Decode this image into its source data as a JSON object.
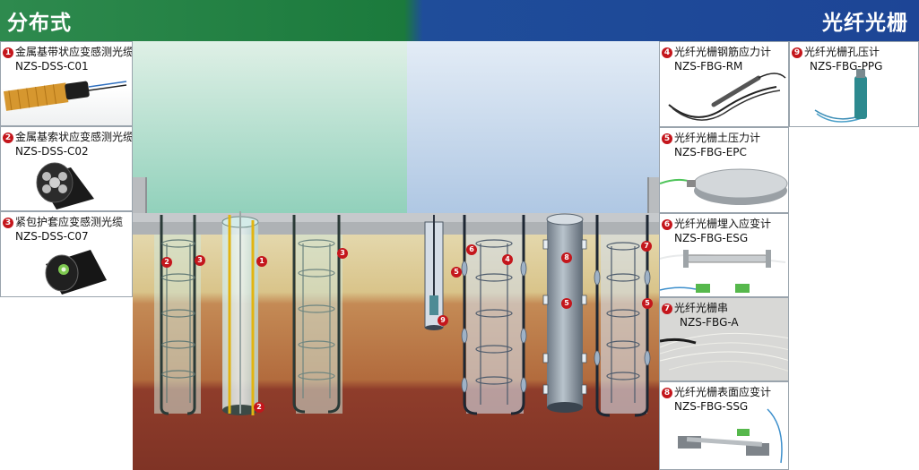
{
  "banner": {
    "left": "分布式",
    "right": "光纤光栅"
  },
  "left_cards": [
    {
      "num": "1",
      "title": "金属基带状应变感测光缆",
      "model": "NZS-DSS-C01"
    },
    {
      "num": "2",
      "title": "金属基索状应变感测光缆",
      "model": "NZS-DSS-C02"
    },
    {
      "num": "3",
      "title": "紧包护套应变感测光缆",
      "model": "NZS-DSS-C07"
    }
  ],
  "right_cards": [
    {
      "num": "4",
      "title": "光纤光栅钢筋应力计",
      "model": "NZS-FBG-RM"
    },
    {
      "num": "9",
      "title": "光纤光栅孔压计",
      "model": "NZS-FBG-PPG"
    },
    {
      "num": "5",
      "title": "光纤光栅土压力计",
      "model": "NZS-FBG-EPC"
    },
    {
      "num": "6",
      "title": "光纤光栅埋入应变计",
      "model": "NZS-FBG-ESG"
    },
    {
      "num": "7",
      "title": "光纤光栅串",
      "model": "NZS-FBG-A"
    },
    {
      "num": "8",
      "title": "光纤光栅表面应变计",
      "model": "NZS-FBG-SSG"
    }
  ],
  "scene_labels": [
    "2",
    "3",
    "1",
    "3",
    "2",
    "6",
    "5",
    "9",
    "4",
    "8",
    "5",
    "7",
    "5"
  ],
  "colors": {
    "left_banner": "#1f7a45",
    "right_banner": "#1b3f8f",
    "marker": "#c4161c"
  }
}
